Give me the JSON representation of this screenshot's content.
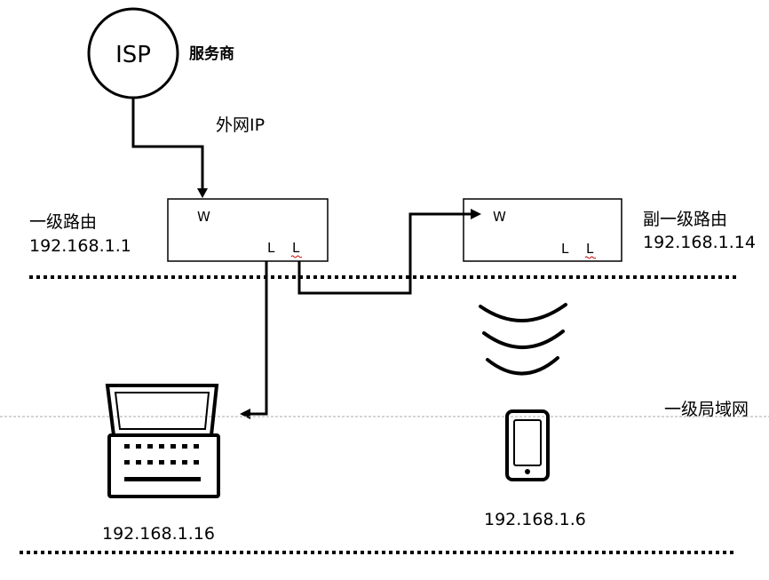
{
  "isp": {
    "label": "ISP",
    "provider_label": "服务商"
  },
  "wan_label": "外网IP",
  "primary_router": {
    "name": "一级路由",
    "ip": "192.168.1.1",
    "wan_port": "W",
    "lan_ports": [
      "L",
      "L"
    ]
  },
  "secondary_router": {
    "name": "副一级路由",
    "ip": "192.168.1.14",
    "wan_port": "W",
    "lan_ports": [
      "L",
      "L"
    ]
  },
  "lan_label": "一级局域网",
  "laptop": {
    "ip": "192.168.1.16"
  },
  "phone": {
    "ip": "192.168.1.6"
  },
  "icons": {
    "laptop": "laptop-icon",
    "phone": "phone-icon",
    "wifi": "wifi-icon",
    "isp": "circle"
  },
  "colors": {
    "line": "#000000",
    "lan_divider": "#aaaaaa",
    "spellcheck": "#cc0000"
  }
}
